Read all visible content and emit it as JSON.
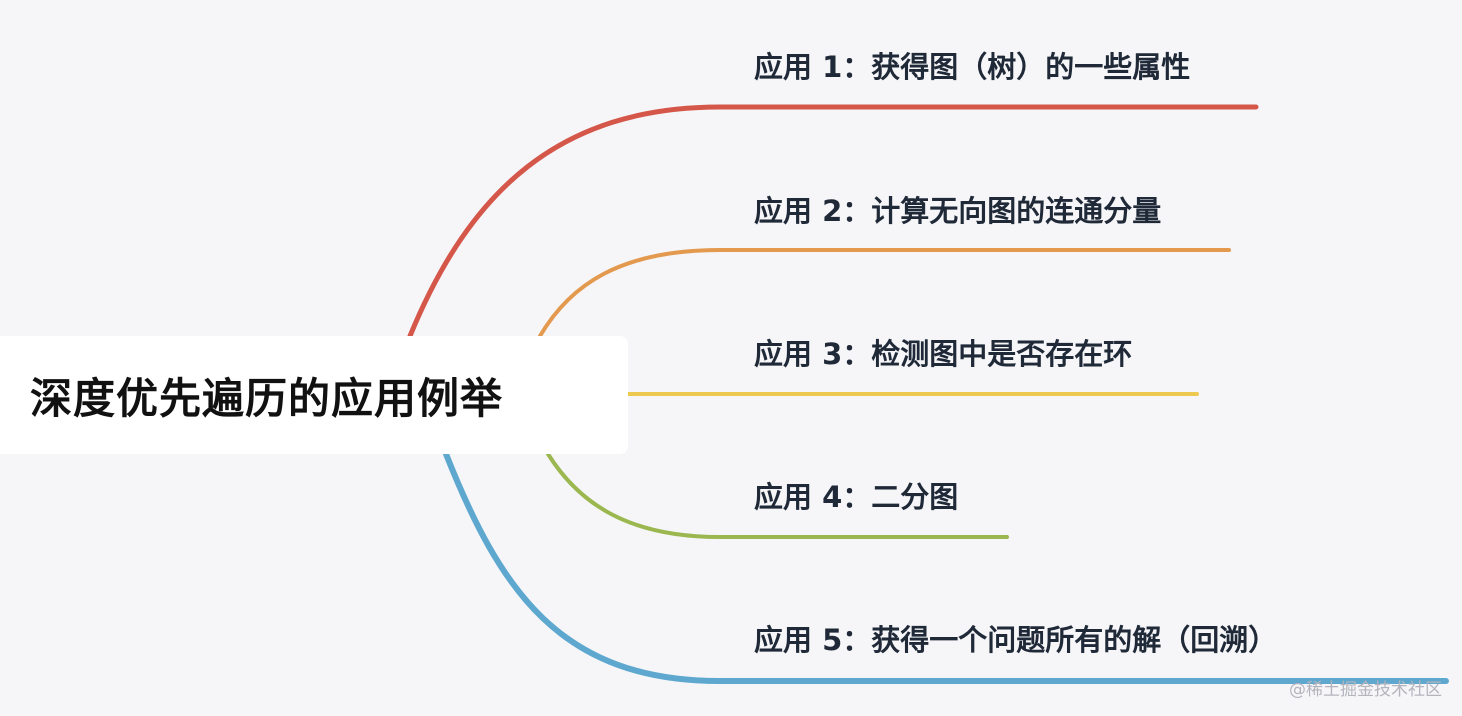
{
  "root": {
    "title": "深度优先遍历的应用例举"
  },
  "branches": [
    {
      "label": "应用 1：获得图（树）的一些属性",
      "color": "#d4574a"
    },
    {
      "label": "应用 2：计算无向图的连通分量",
      "color": "#e39a4f"
    },
    {
      "label": "应用 3：检测图中是否存在环",
      "color": "#eec94f"
    },
    {
      "label": "应用 4：二分图",
      "color": "#9bb74f"
    },
    {
      "label": "应用 5：获得一个问题所有的解（回溯）",
      "color": "#5ea8cf"
    }
  ],
  "watermark": "@稀土掘金技术社区"
}
